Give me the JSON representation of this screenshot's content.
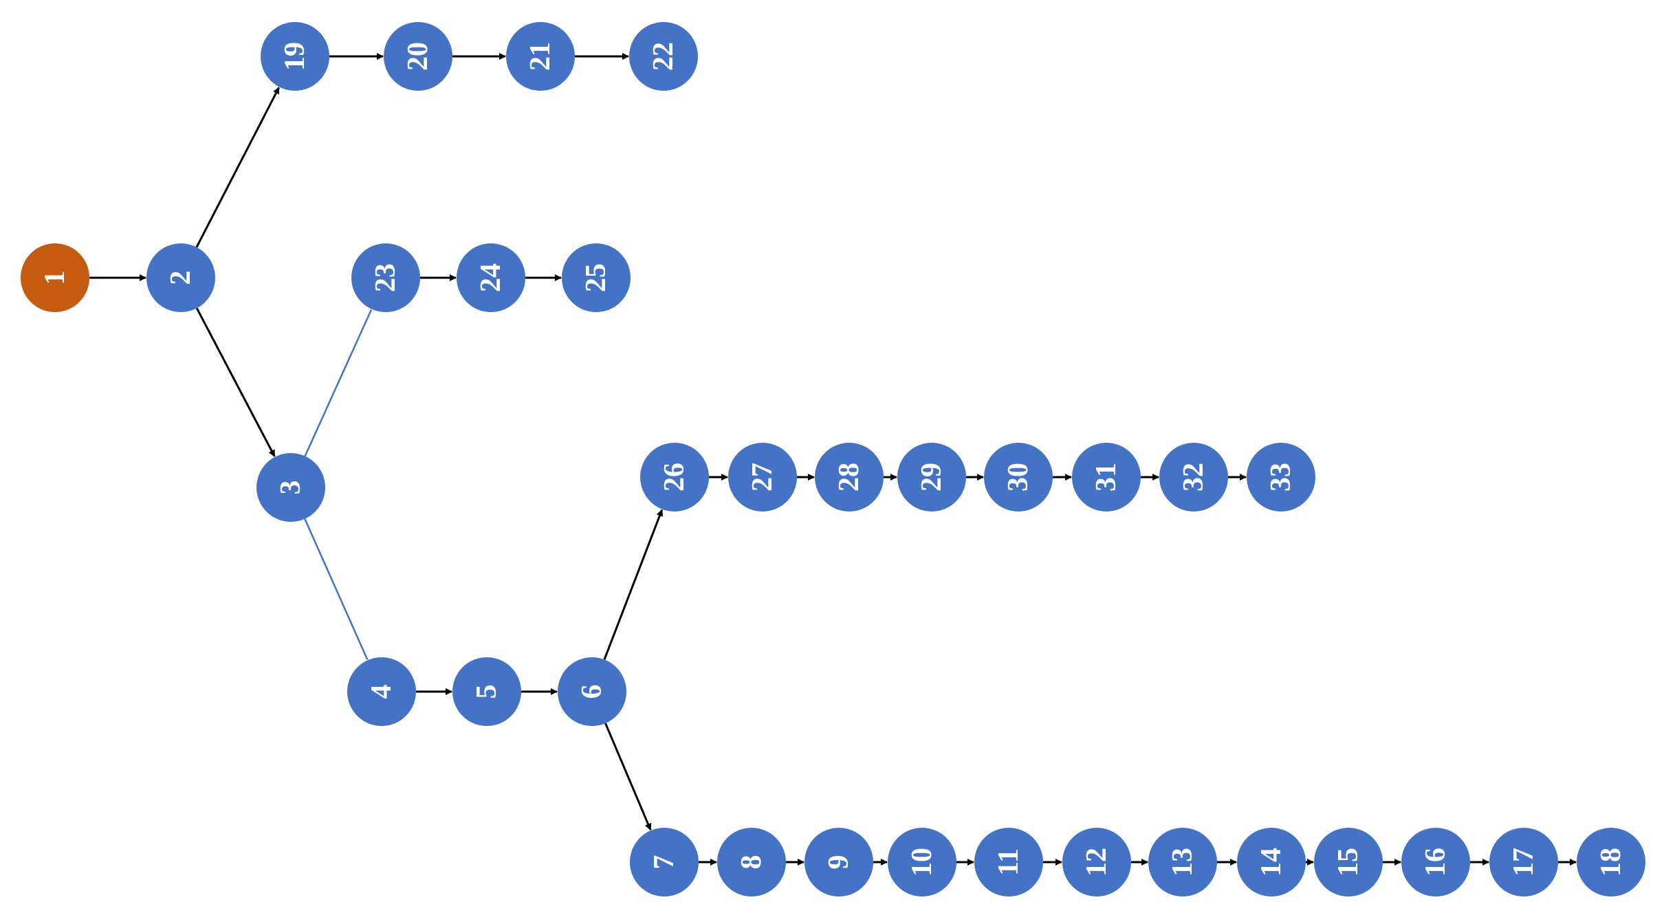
{
  "colors": {
    "root_node": "#C55A11",
    "node": "#4472C4",
    "edge": "#000000",
    "highlight_edge": "#4472C4",
    "label": "#FFFFFF"
  },
  "nodes": [
    {
      "id": 1,
      "label": "1",
      "kind": "root"
    },
    {
      "id": 2,
      "label": "2"
    },
    {
      "id": 3,
      "label": "3"
    },
    {
      "id": 4,
      "label": "4"
    },
    {
      "id": 5,
      "label": "5"
    },
    {
      "id": 6,
      "label": "6"
    },
    {
      "id": 7,
      "label": "7"
    },
    {
      "id": 8,
      "label": "8"
    },
    {
      "id": 9,
      "label": "9"
    },
    {
      "id": 10,
      "label": "10"
    },
    {
      "id": 11,
      "label": "11"
    },
    {
      "id": 12,
      "label": "12"
    },
    {
      "id": 13,
      "label": "13"
    },
    {
      "id": 14,
      "label": "14"
    },
    {
      "id": 15,
      "label": "15"
    },
    {
      "id": 16,
      "label": "16"
    },
    {
      "id": 17,
      "label": "17"
    },
    {
      "id": 18,
      "label": "18"
    },
    {
      "id": 19,
      "label": "19"
    },
    {
      "id": 20,
      "label": "20"
    },
    {
      "id": 21,
      "label": "21"
    },
    {
      "id": 22,
      "label": "22"
    },
    {
      "id": 23,
      "label": "23"
    },
    {
      "id": 24,
      "label": "24"
    },
    {
      "id": 25,
      "label": "25"
    },
    {
      "id": 26,
      "label": "26"
    },
    {
      "id": 27,
      "label": "27"
    },
    {
      "id": 28,
      "label": "28"
    },
    {
      "id": 29,
      "label": "29"
    },
    {
      "id": 30,
      "label": "30"
    },
    {
      "id": 31,
      "label": "31"
    },
    {
      "id": 32,
      "label": "32"
    },
    {
      "id": 33,
      "label": "33"
    }
  ],
  "edges": [
    {
      "from": 1,
      "to": 2,
      "arrow": true
    },
    {
      "from": 2,
      "to": 19,
      "arrow": true
    },
    {
      "from": 19,
      "to": 20,
      "arrow": true
    },
    {
      "from": 20,
      "to": 21,
      "arrow": true
    },
    {
      "from": 21,
      "to": 22,
      "arrow": true
    },
    {
      "from": 2,
      "to": 3,
      "arrow": true
    },
    {
      "from": 3,
      "to": 23,
      "arrow": false,
      "style": "highlight"
    },
    {
      "from": 23,
      "to": 24,
      "arrow": true
    },
    {
      "from": 24,
      "to": 25,
      "arrow": true
    },
    {
      "from": 3,
      "to": 4,
      "arrow": false,
      "style": "highlight"
    },
    {
      "from": 4,
      "to": 5,
      "arrow": true
    },
    {
      "from": 5,
      "to": 6,
      "arrow": true
    },
    {
      "from": 6,
      "to": 26,
      "arrow": true
    },
    {
      "from": 26,
      "to": 27,
      "arrow": true
    },
    {
      "from": 27,
      "to": 28,
      "arrow": true
    },
    {
      "from": 28,
      "to": 29,
      "arrow": true
    },
    {
      "from": 29,
      "to": 30,
      "arrow": true
    },
    {
      "from": 30,
      "to": 31,
      "arrow": true
    },
    {
      "from": 31,
      "to": 32,
      "arrow": true
    },
    {
      "from": 32,
      "to": 33,
      "arrow": true
    },
    {
      "from": 6,
      "to": 7,
      "arrow": true
    },
    {
      "from": 7,
      "to": 8,
      "arrow": true
    },
    {
      "from": 8,
      "to": 9,
      "arrow": true
    },
    {
      "from": 9,
      "to": 10,
      "arrow": true
    },
    {
      "from": 10,
      "to": 11,
      "arrow": true
    },
    {
      "from": 11,
      "to": 12,
      "arrow": true
    },
    {
      "from": 12,
      "to": 13,
      "arrow": true
    },
    {
      "from": 13,
      "to": 14,
      "arrow": true
    },
    {
      "from": 14,
      "to": 15,
      "arrow": true
    },
    {
      "from": 15,
      "to": 16,
      "arrow": true
    },
    {
      "from": 16,
      "to": 17,
      "arrow": true
    },
    {
      "from": 17,
      "to": 18,
      "arrow": true
    }
  ]
}
